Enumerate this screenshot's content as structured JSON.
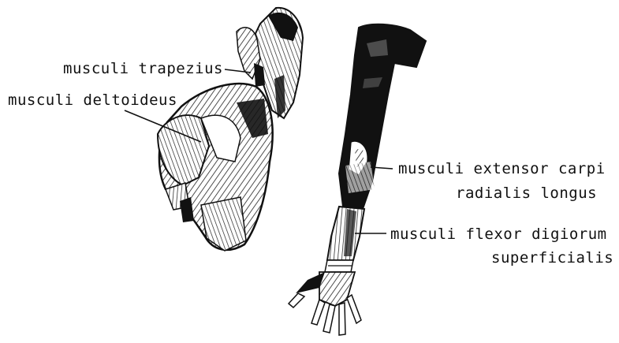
{
  "figure": {
    "labels": {
      "trapezius": "musculi trapezius",
      "deltoideus": "musculi deltoideus",
      "extensor_line1": "musculi extensor carpi",
      "extensor_line2": "radialis longus",
      "flexor_line1": "musculi flexor digiorum",
      "flexor_line2": "superficialis"
    },
    "colors": {
      "ink": "#111111",
      "paper": "#ffffff",
      "shade": "#222222"
    }
  }
}
